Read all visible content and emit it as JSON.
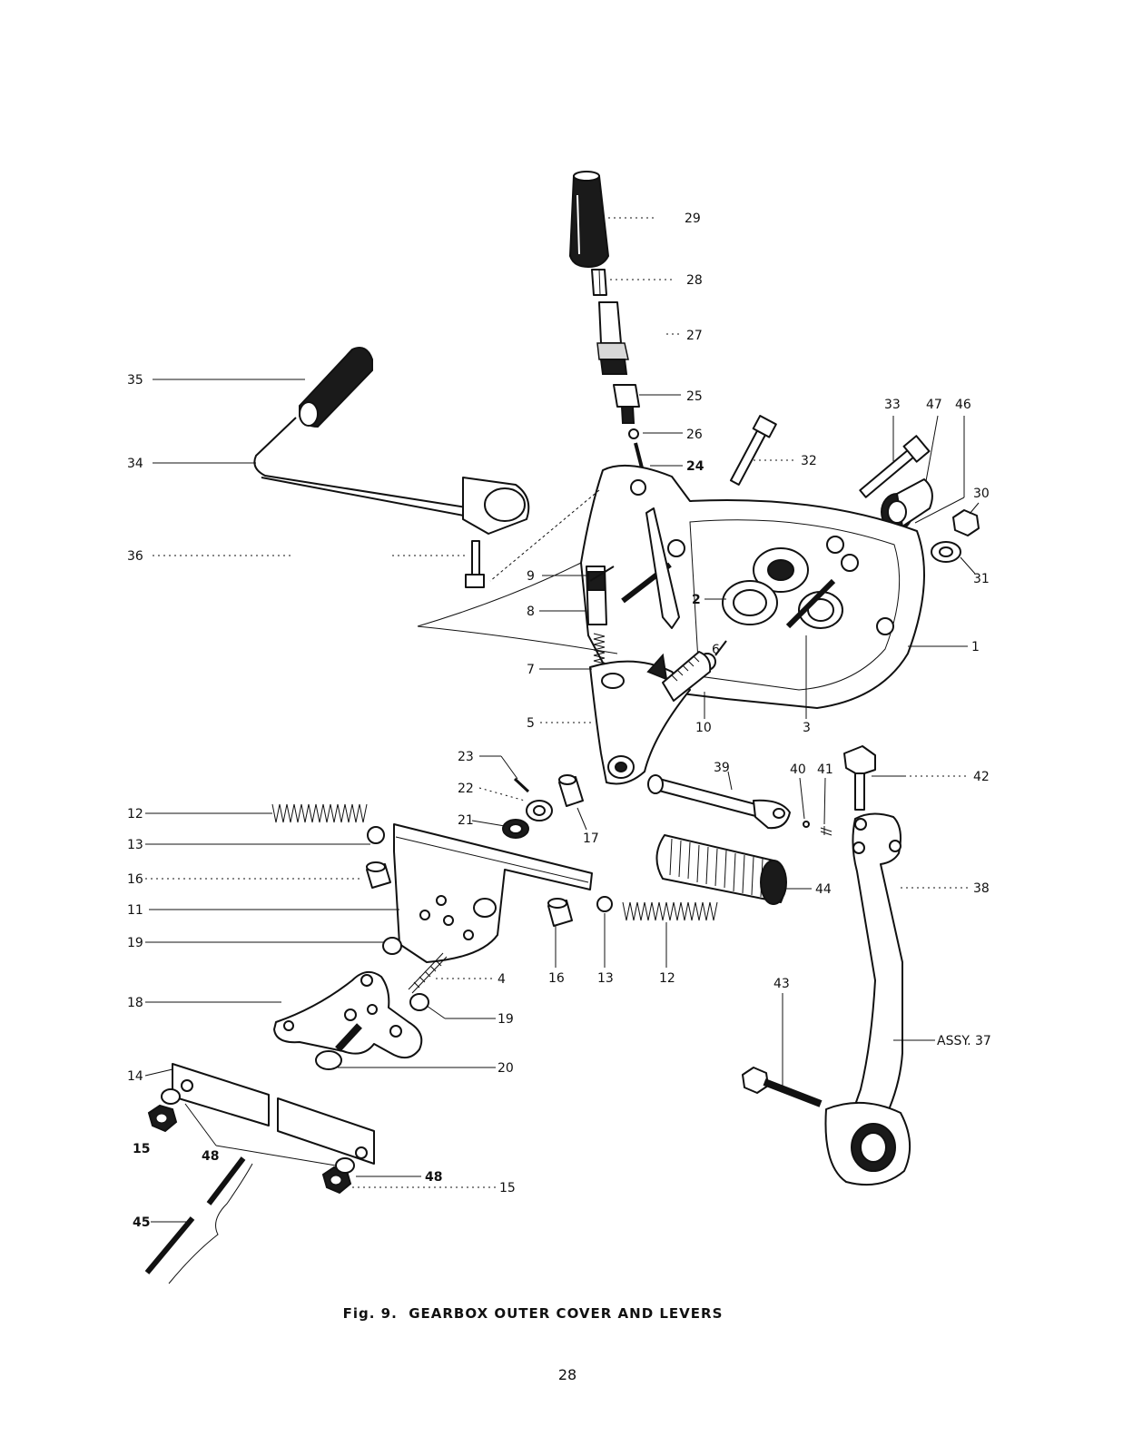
{
  "figure": {
    "caption": "Fig. 9.  GEARBOX OUTER COVER AND LEVERS",
    "page_number": "28"
  },
  "labels": {
    "p29": "29",
    "p28": "28",
    "p27": "27",
    "p25": "25",
    "p26": "26",
    "p24": "24",
    "p32": "32",
    "p33": "33",
    "p47": "47",
    "p46": "46",
    "p30": "30",
    "p31": "31",
    "p35": "35",
    "p34": "34",
    "p36": "36",
    "p9": "9",
    "p8": "8",
    "p2": "2",
    "p1": "1",
    "p7": "7",
    "p6": "6",
    "p5": "5",
    "p10": "10",
    "p3": "3",
    "p23": "23",
    "p22": "22",
    "p21": "21",
    "p17": "17",
    "p39": "39",
    "p40": "40",
    "p41": "41",
    "p42": "42",
    "p12a": "12",
    "p13a": "13",
    "p16a": "16",
    "p11": "11",
    "p19a": "19",
    "p44": "44",
    "p38": "38",
    "p4": "4",
    "p16b": "16",
    "p13b": "13",
    "p12b": "12",
    "p43": "43",
    "p18": "18",
    "p19b": "19",
    "assy37": "ASSY. 37",
    "p20": "20",
    "p14": "14",
    "p15a": "15",
    "p48a": "48",
    "p48b": "48",
    "p15b": "15",
    "p45": "45"
  }
}
